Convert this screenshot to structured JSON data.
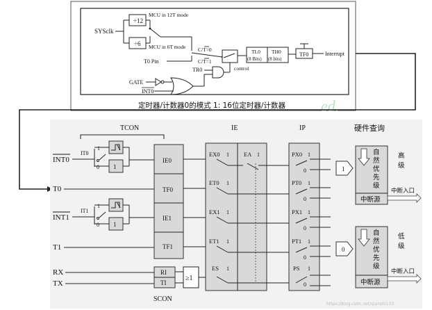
{
  "top": {
    "sysclk": "SYSclk",
    "div12": "÷12",
    "div6": "÷6",
    "mcu12t": "MCU in 12T mode",
    "mcu6t": "MCU in 6T mode",
    "ct0": "C/T=0",
    "ct1": "C/T=1",
    "t0pin": "T0 Pin",
    "tr0": "TR0",
    "control": "control",
    "tl0": "TL0",
    "tl0bits": "(8 Bits)",
    "th0": "TH0",
    "th0bits": "(8 bits)",
    "tf0": "TF0",
    "interrupt": "Interrupt",
    "gate": "GATE",
    "int0": "INT0",
    "caption": "定时器/计数器0的模式 1: 16位定时器/计数器",
    "watermark": "ed."
  },
  "bottom": {
    "headers": {
      "tcon": "TCON",
      "ie": "IE",
      "ip": "IP",
      "hw": "硬件查询",
      "scon": "SCON"
    },
    "sources": [
      "INT0",
      "T0",
      "INT1",
      "T1",
      "RX",
      "TX"
    ],
    "it0": "IT0",
    "it1": "IT1",
    "zero": "0",
    "one": "1",
    "flags": [
      "IE0",
      "TF0",
      "IE1",
      "TF1"
    ],
    "ri": "RI",
    "ti": "TI",
    "or_gate": "≥1",
    "ie_bits": [
      "EX0",
      "ET0",
      "EX1",
      "ET1",
      "ES"
    ],
    "ea": "EA",
    "ip_bits": [
      "PX0",
      "PT0",
      "PX1",
      "PT1",
      "PS"
    ],
    "prio_high_in": "1",
    "prio_low_in": "0",
    "natural": [
      "自",
      "然",
      "优",
      "先",
      "级"
    ],
    "high": [
      "高",
      "级"
    ],
    "low": [
      "低",
      "级"
    ],
    "int_source": "中断源",
    "int_entry": "中断入口",
    "url": "https://blog.csdn.net/qianshi133"
  }
}
